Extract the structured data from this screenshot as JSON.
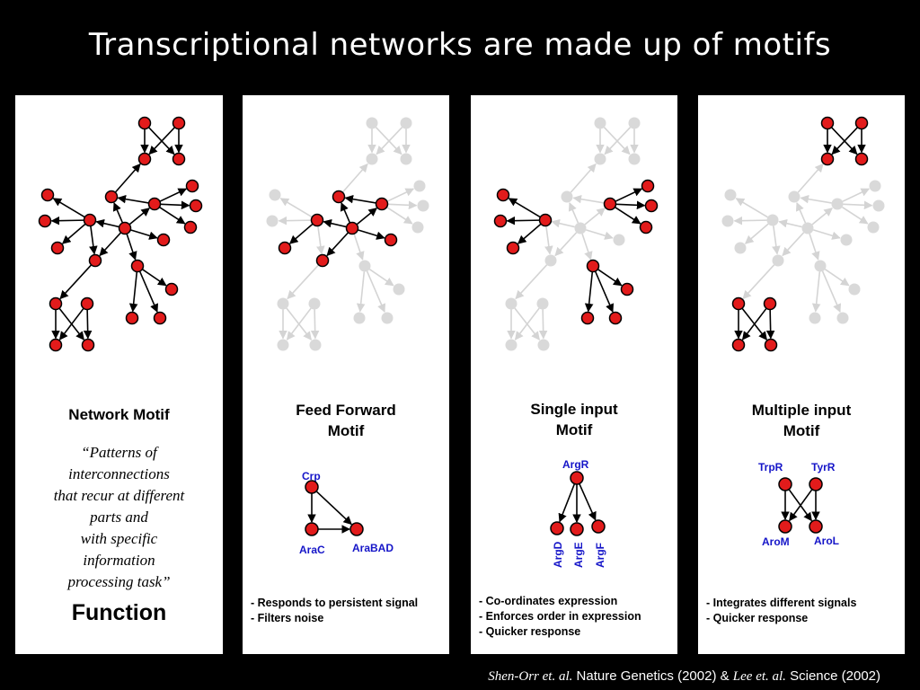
{
  "slide": {
    "title": "Transcriptional networks are made up of motifs",
    "credit": {
      "author1": "Shen-Orr et. al.",
      "journal1": " Nature Genetics (2002) & ",
      "author2": "Lee et. al.",
      "journal2": " Science (2002)"
    }
  },
  "panels": [
    {
      "heading": "Network Motif",
      "quote_lines": [
        "“Patterns of",
        "interconnections",
        "that recur at different",
        "parts and",
        "with specific",
        "information",
        "processing task”"
      ],
      "footer_label": "Function"
    },
    {
      "heading_lines": [
        "Feed Forward",
        "Motif"
      ],
      "mini_labels": {
        "top": "Crp",
        "left": "AraC",
        "right": "AraBAD"
      },
      "bullets": [
        "- Responds to persistent signal",
        "- Filters noise"
      ]
    },
    {
      "heading_lines": [
        "Single input",
        "Motif"
      ],
      "mini_labels": {
        "top": "ArgR",
        "t1": "ArgD",
        "t2": "ArgE",
        "t3": "ArgF"
      },
      "bullets": [
        "- Co-ordinates expression",
        "- Enforces order in expression",
        "- Quicker response"
      ]
    },
    {
      "heading_lines": [
        "Multiple input",
        "Motif"
      ],
      "mini_labels": {
        "tl": "TrpR",
        "tr": "TyrR",
        "bl": "AroM",
        "br": "AroL"
      },
      "bullets": [
        "- Integrates different signals",
        "- Quicker response"
      ]
    }
  ],
  "colors": {
    "node_active": "#e21b1b",
    "node_inactive": "#d9d9d9",
    "edge_active": "#000000",
    "edge_inactive": "#d4d4d4",
    "mini_label": "#1515c8"
  }
}
